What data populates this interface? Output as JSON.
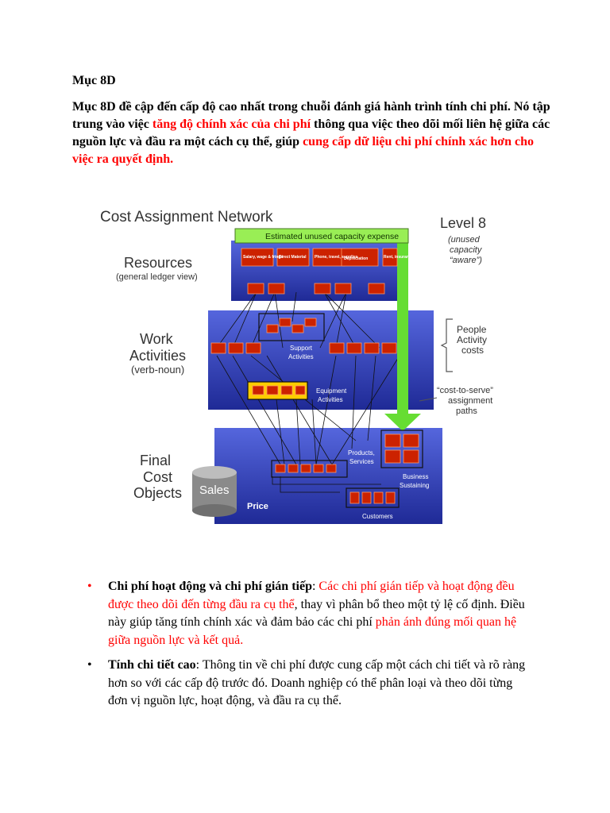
{
  "heading": "Mục 8D",
  "intro": {
    "part1": "Mục 8D đề cập đến cấp độ cao nhất trong chuỗi đánh giá hành trình tính chi phí. Nó tập trung vào việc ",
    "highlight1": "tăng độ chính xác của chi phí",
    "part2": " thông qua việc theo dõi mối liên hệ giữa các nguồn lực và đầu ra một cách cụ thể, giúp ",
    "highlight2": "cung cấp dữ liệu chi phí chính xác hơn cho việc ra quyết định."
  },
  "figure": {
    "title": "Cost Assignment Network",
    "level": "Level 8",
    "level_note": [
      "(unused",
      "capacity",
      "“aware”)"
    ],
    "banner": "Estimated unused capacity expense",
    "resources_label": "Resources",
    "resources_sub": "(general ledger view)",
    "resource_boxes": [
      "Salary, wage & fringe",
      "Direct Material",
      "Phone, travel, supplies",
      "Depreciation",
      "Rent, insurance, utilities"
    ],
    "work_label": [
      "Work",
      "Activities"
    ],
    "work_sub": "(verb-noun)",
    "support_activities": [
      "Support",
      "Activities"
    ],
    "equipment_activities": [
      "Equipment",
      "Activities"
    ],
    "people_costs": [
      "People",
      "Activity",
      "costs"
    ],
    "cost_to_serve": [
      "“cost-to-serve”",
      "assignment",
      "paths"
    ],
    "final_label": [
      "Final",
      "Cost",
      "Objects"
    ],
    "sales": "Sales",
    "price": "Price",
    "products": [
      "Products,",
      "Services"
    ],
    "business": [
      "Business",
      "Sustaining"
    ],
    "customers": "Customers"
  },
  "bullets": [
    {
      "bold": "Chi phí hoạt động và chi phí gián tiếp",
      "colon": ": ",
      "red1": "Các chi phí gián tiếp và hoạt động đều được theo dõi đến từng đầu ra cụ thể",
      "text1": ", thay vì phân bổ theo một tỷ lệ cố định. Điều này giúp tăng tính chính xác và đảm bảo các chi phí ",
      "red2": "phản ánh đúng mối quan hệ giữa nguồn lực và kết quả."
    },
    {
      "bold": "Tính chi tiết cao",
      "colon": ": ",
      "text1": "Thông tin về chi phí được cung cấp một cách chi tiết và rõ ràng hơn so với các cấp độ trước đó. Doanh nghiệp có thể phân loại và theo dõi từng đơn vị nguồn lực, hoạt động, và đầu ra cụ thể."
    }
  ],
  "bullet_symbol": "•",
  "colors": {
    "highlight": "#ff0000",
    "panel": "#2f3db8",
    "box": "#cc2200",
    "arrow": "#66dd33",
    "banner": "#99ee55"
  }
}
